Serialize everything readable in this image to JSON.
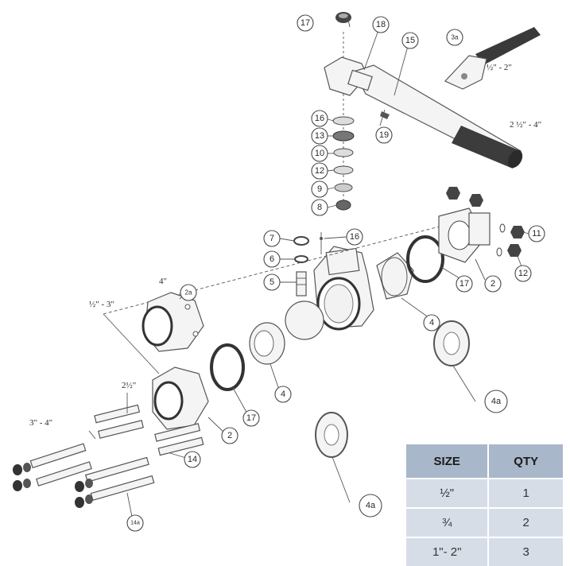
{
  "dimensions": {
    "handle_small_range": "½\" - 2\"",
    "handle_large_range": "2 ½\" - 4\"",
    "flange_small_range": "½\" - 3\"",
    "flange_large": "4\"",
    "bolt_mid": "2½\"",
    "bolt_large": "3\" - 4\""
  },
  "callouts": {
    "c17_top": "17",
    "c18": "18",
    "c15": "15",
    "c3a_top": "3a",
    "c19": "19",
    "c16a": "16",
    "c13": "13",
    "c10": "10",
    "c12a": "12",
    "c9": "9",
    "c8": "8",
    "c7": "7",
    "c6": "6",
    "c5": "5",
    "c16b": "16",
    "c11": "11",
    "c2_right": "2",
    "c12b": "12",
    "c17_right": "17",
    "c4_right": "4",
    "c2a": "2a",
    "c4_mid": "4",
    "c17_left": "17",
    "c2_left": "2",
    "c14": "14",
    "c14a": "14a",
    "c4a_right": "4a",
    "c4a_bottom": "4a"
  },
  "table": {
    "headers": [
      "SIZE",
      "QTY"
    ],
    "rows": [
      {
        "size": "½\"",
        "qty": "1"
      },
      {
        "size": "¾",
        "qty": "2"
      },
      {
        "size": "1\"- 2\"",
        "qty": "3"
      }
    ]
  }
}
